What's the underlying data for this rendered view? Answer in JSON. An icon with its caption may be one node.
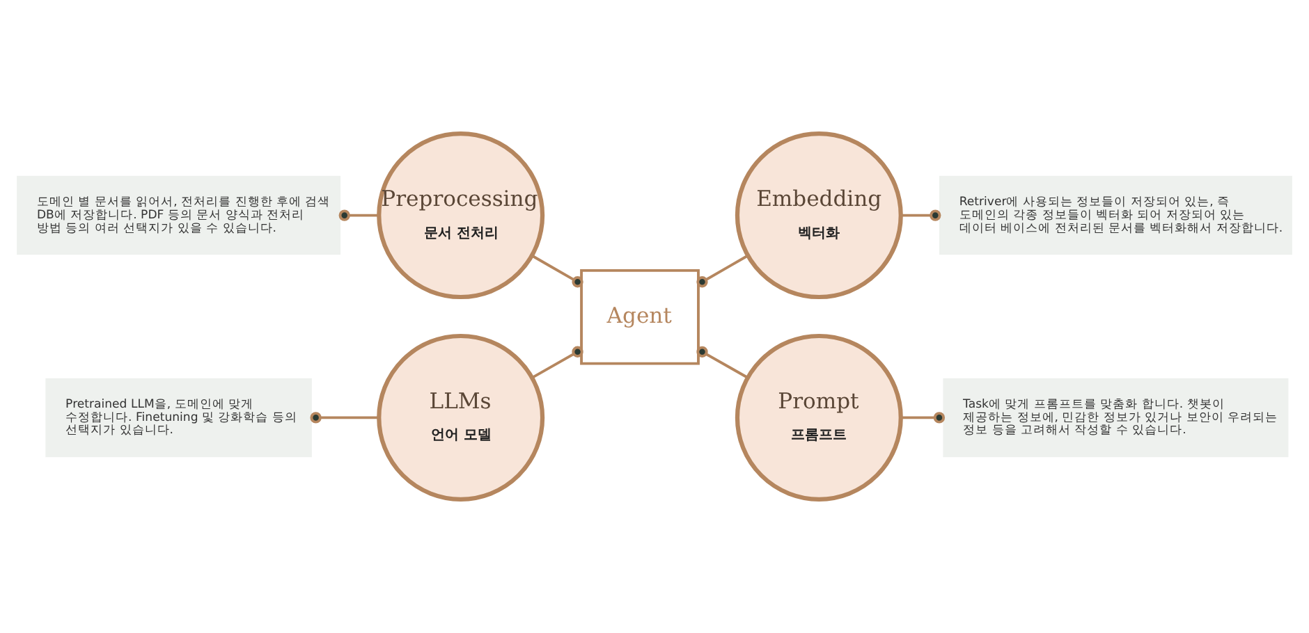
{
  "diagram": {
    "nodes": [
      {
        "text": [
          "도메인 별 문서를 읽어서, 전처리를 진행한 후에 검색 DB에 저장합니다. PDF 등의 문서 양식과 전처리 방법 등의 여러 선택지가 있을 수 있습니다."
        ]
      },
      {
        "text": [
          "Preprocessing",
          "문서 전처리"
        ]
      },
      {
        "text": [
          "Embedding",
          "벡터화"
        ]
      },
      {
        "text": [
          "Retriver에 사용되는 정보들이 저장되어 있는, 즉 도메인의 각종 정보들이 벡터화 되어 저장되어 있는 데이터 베이스에 전처리된 문서를 벡터화해서 저장합니다."
        ]
      },
      {
        "text": [
          "Agent"
        ]
      },
      {
        "text": [
          "Pretrained LLM을, 도메인에 맞게 수정합니다. Finetuning 및 강화학습 등의 선택지가 있습니다."
        ]
      },
      {
        "text": [
          "LLMs",
          "언어 모델"
        ]
      },
      {
        "text": [
          "Prompt",
          "프롬프트"
        ]
      },
      {
        "text": [
          "Task에 맞게 프롬프트를 맞춤화 합니다. 챗봇이 제공하는 정보에, 민감한 정보가 있거나 보안이 우려되는 정보 등을 고려해서 작성할 수 있습니다."
        ]
      }
    ],
    "edges": [
      {
        "from": 0,
        "to": 1,
        "arrow": "other"
      },
      {
        "from": 1,
        "to": 4,
        "arrow": "other"
      },
      {
        "from": 4,
        "to": 2,
        "arrow": "other"
      },
      {
        "from": 2,
        "to": 3,
        "arrow": "other"
      },
      {
        "from": 5,
        "to": 6,
        "arrow": "other"
      },
      {
        "from": 6,
        "to": 4,
        "arrow": "other"
      },
      {
        "from": 4,
        "to": 7,
        "arrow": "other"
      },
      {
        "from": 7,
        "to": 8,
        "arrow": "other"
      }
    ]
  }
}
